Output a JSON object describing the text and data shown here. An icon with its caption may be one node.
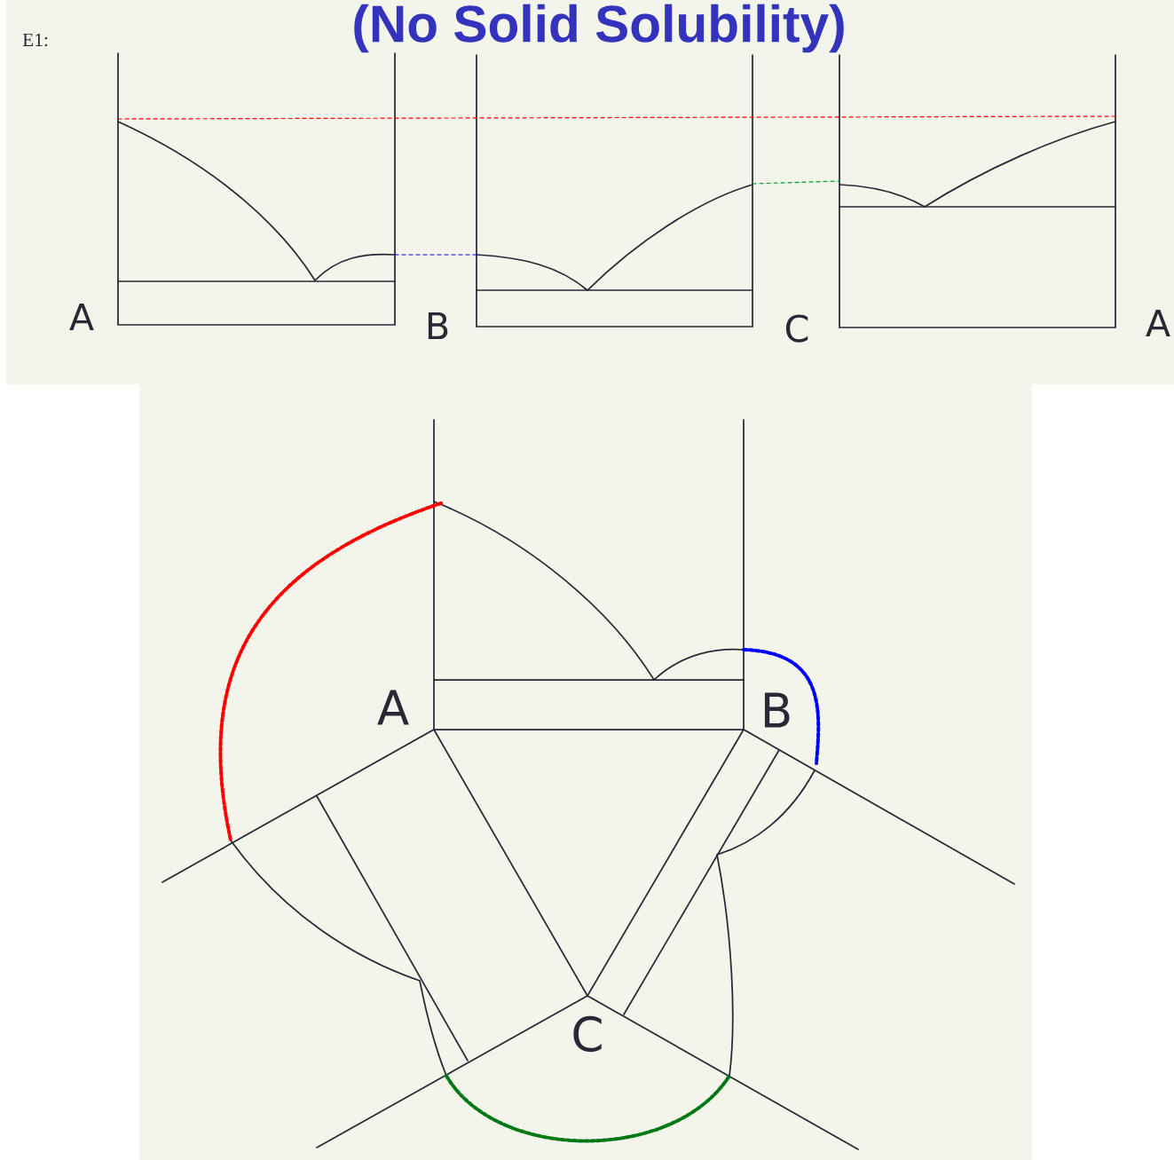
{
  "diagram": {
    "title": "(No Solid Solubility)",
    "labels": [
      "E1:",
      "A",
      "B",
      "C",
      "A",
      "A",
      "B",
      "C"
    ]
  }
}
